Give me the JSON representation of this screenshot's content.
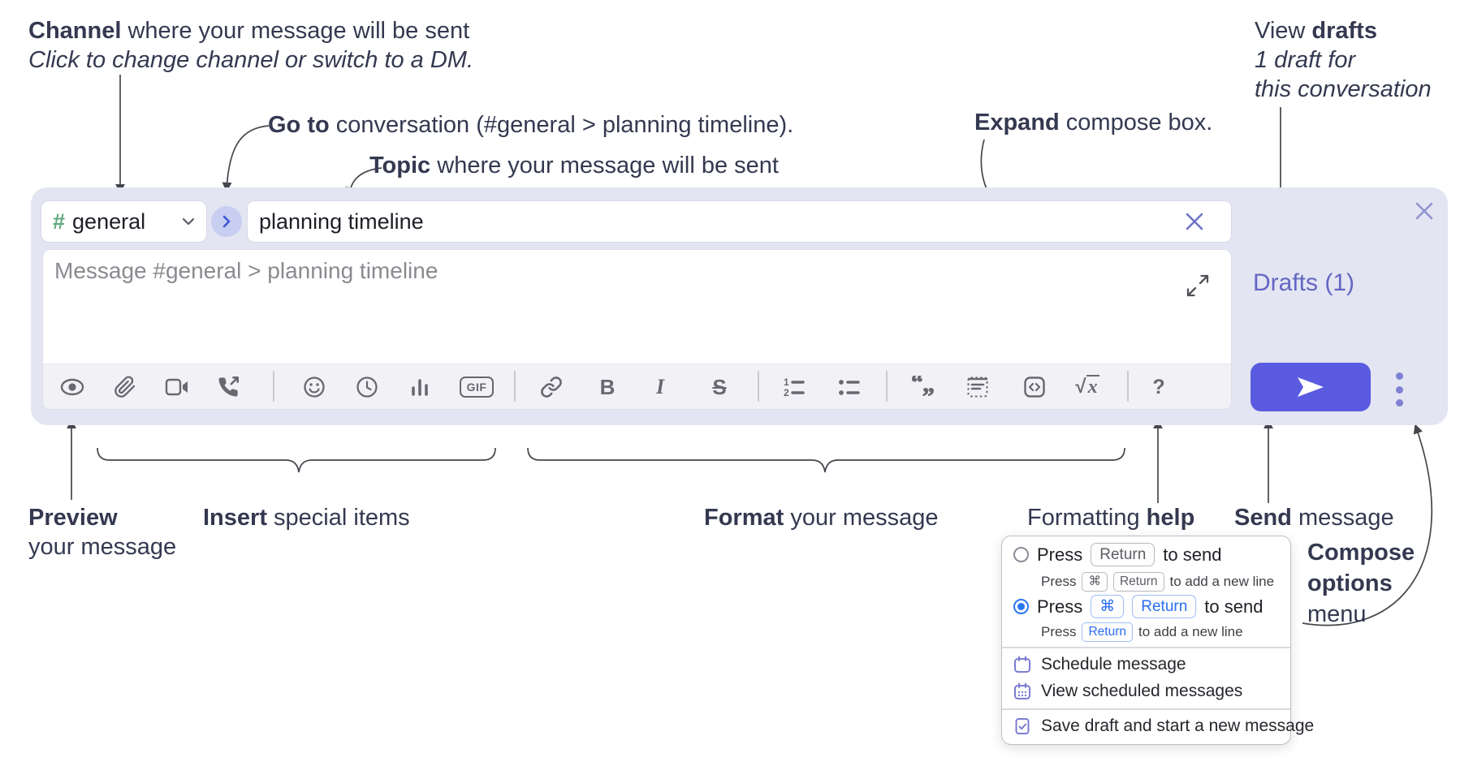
{
  "annotations": {
    "channel": {
      "bold": "Channel",
      "rest": " where your message will be sent",
      "line2": "Click to change channel or switch to a DM."
    },
    "goto": {
      "bold": "Go to",
      "rest": " conversation (#general > planning timeline)."
    },
    "topic": {
      "bold": "Topic",
      "rest": " where your message will be sent"
    },
    "expand": {
      "bold": "Expand",
      "rest": " compose box."
    },
    "view_drafts": {
      "pre": "View ",
      "bold": "drafts",
      "line2": "1 draft for",
      "line3": "this conversation"
    },
    "preview": {
      "bold": "Preview",
      "line2": "your message"
    },
    "insert": {
      "bold": "Insert",
      "rest": " special items"
    },
    "format": {
      "bold": "Format",
      "rest": " your message"
    },
    "formatting_help": {
      "pre": "Formatting ",
      "bold": "help"
    },
    "send": {
      "bold": "Send",
      "rest": " message"
    },
    "compose_options": {
      "line1": "Compose",
      "line2": "options",
      "line3": "menu"
    }
  },
  "composer": {
    "channel_hash": "#",
    "channel_name": "general",
    "topic_value": "planning timeline",
    "message_placeholder": "Message #general > planning timeline",
    "drafts_label": "Drafts (1)"
  },
  "toolbar_labels": {
    "gif": "GIF",
    "bold": "B",
    "italic": "I",
    "strike": "S",
    "sqrt_sign": "√",
    "sqrt_var": "x",
    "help": "?"
  },
  "popup": {
    "option1": {
      "press": "Press",
      "key": "Return",
      "suffix": "to send",
      "sub_press": "Press",
      "sub_key1": "⌘",
      "sub_key2": "Return",
      "sub_suffix": "to add a new line"
    },
    "option2": {
      "press": "Press",
      "key1": "⌘",
      "key2": "Return",
      "suffix": "to send",
      "sub_press": "Press",
      "sub_key": "Return",
      "sub_suffix": "to add a new line"
    },
    "items": {
      "schedule": "Schedule message",
      "view_scheduled": "View scheduled messages",
      "save_draft": "Save draft and start a new message"
    }
  },
  "colors": {
    "panel_bg": "#e3e5f2",
    "send_button": "#5a5be0",
    "drafts_link": "#6366c4",
    "hash_green": "#5fa97c",
    "radio_blue": "#2a76f2",
    "key_blue": "#2a6cf0",
    "purple_icon": "#7b7dd1"
  }
}
